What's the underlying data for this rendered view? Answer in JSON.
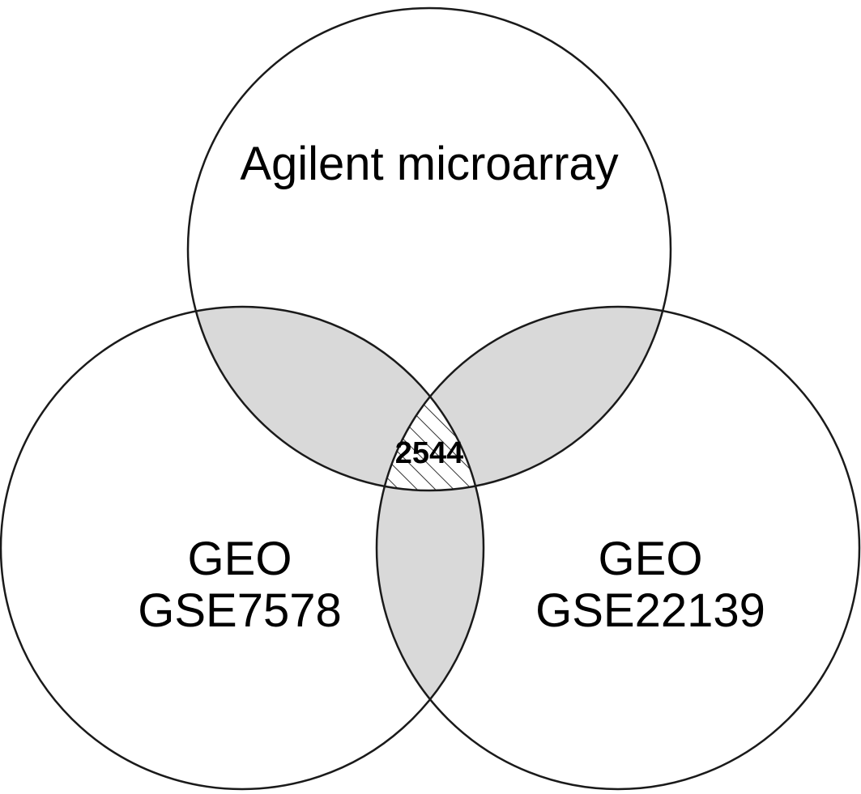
{
  "diagram": {
    "sets": [
      {
        "id": "agilent",
        "lines": [
          "Agilent microarray"
        ]
      },
      {
        "id": "gse7578",
        "lines": [
          "GEO",
          "GSE7578"
        ]
      },
      {
        "id": "gse22139",
        "lines": [
          "GEO",
          "GSE22139"
        ]
      }
    ],
    "intersection_all": {
      "count": "2544"
    },
    "colors": {
      "background": "#ffffff",
      "outline": "#1a1a1a",
      "pairwise_overlap_fill": "#d9d9d9",
      "hatch_line": "#333333"
    }
  }
}
